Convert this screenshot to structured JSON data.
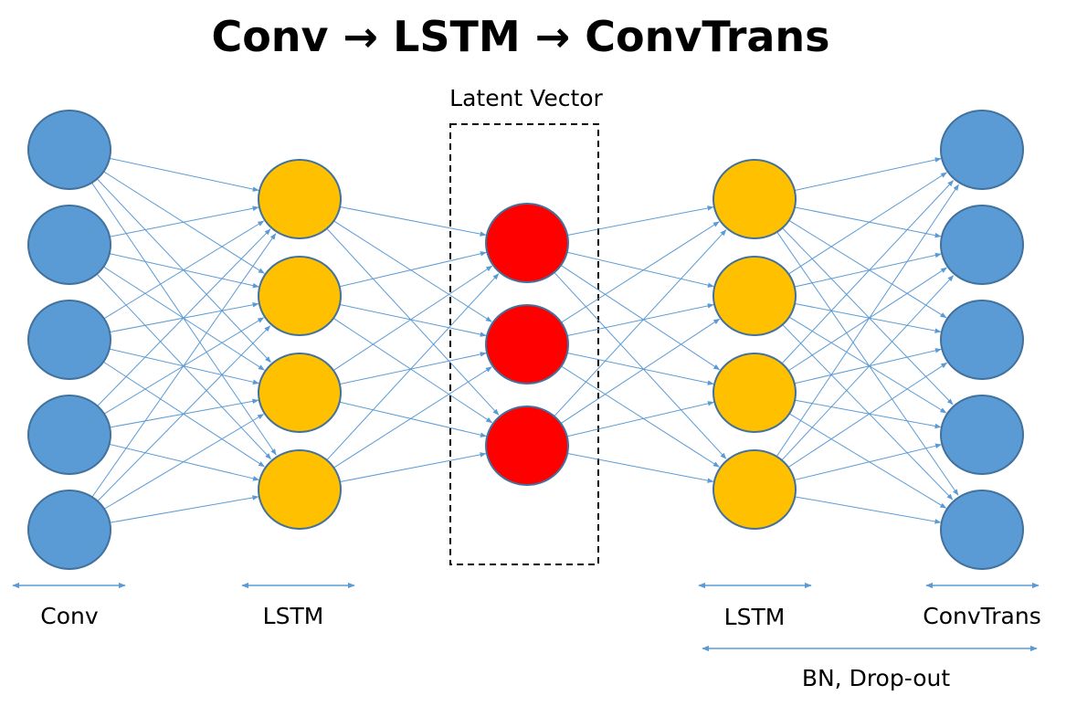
{
  "title": "Conv → LSTM → ConvTrans",
  "latent_label": "Latent Vector",
  "layers": [
    {
      "id": "conv",
      "label": "Conv",
      "node_count": 5,
      "color": "#5b9bd5"
    },
    {
      "id": "lstm-encoder",
      "label": "LSTM",
      "node_count": 4,
      "color": "#ffc000"
    },
    {
      "id": "latent",
      "label": "",
      "node_count": 3,
      "color": "#ff0000"
    },
    {
      "id": "lstm-decoder",
      "label": "LSTM",
      "node_count": 4,
      "color": "#ffc000"
    },
    {
      "id": "convtrans",
      "label": "ConvTrans",
      "node_count": 5,
      "color": "#5b9bd5"
    }
  ],
  "decoder_span_label": "BN, Drop-out",
  "colors": {
    "edge": "#5b9bd5",
    "node_stroke": "#41719c",
    "dashed_box": "#000000"
  }
}
